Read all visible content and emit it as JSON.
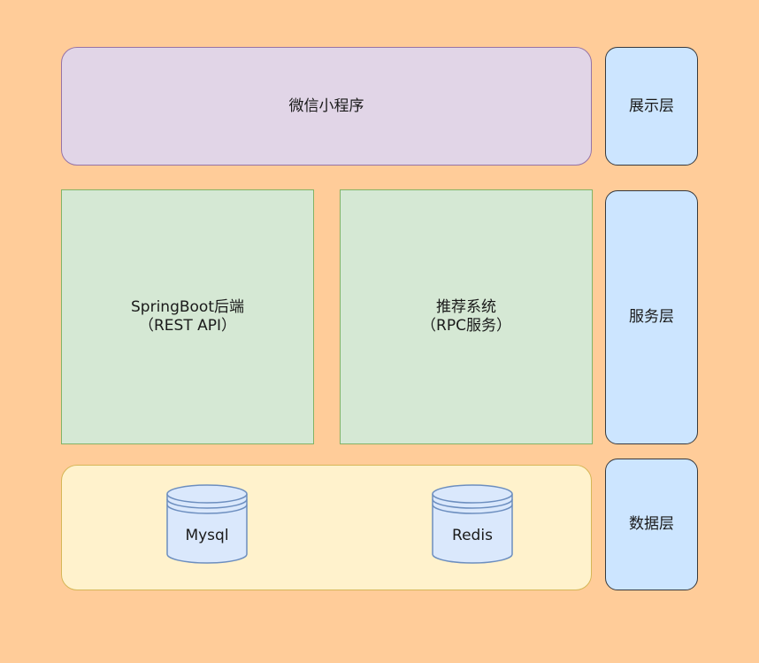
{
  "presentation": {
    "client_label": "微信小程序"
  },
  "services": {
    "backend": {
      "line1": "SpringBoot后端",
      "line2": "（REST API）"
    },
    "recommend": {
      "line1": "推荐系统",
      "line2": "（RPC服务）"
    }
  },
  "data_layer": {
    "databases": [
      "Mysql",
      "Redis"
    ]
  },
  "layers": [
    "展示层",
    "服务层",
    "数据层"
  ]
}
